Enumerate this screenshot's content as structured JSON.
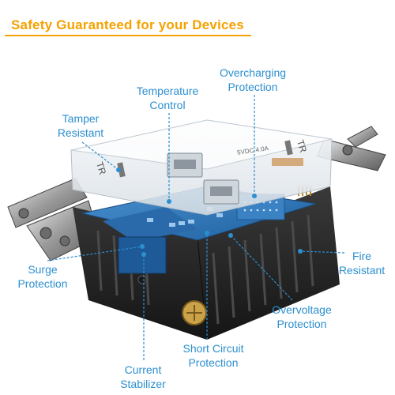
{
  "headline": "Safety Guaranteed for your Devices",
  "colors": {
    "headline": "#f5a100",
    "label": "#2c8fcf",
    "pcb": "#2b6fb3",
    "housing_dark": "#2a2a2a",
    "housing_clear": "#e9eef3"
  },
  "callouts": {
    "tamper": [
      "Tamper",
      "Resistant"
    ],
    "temperature": [
      "Temperature",
      "Control"
    ],
    "overcharging": [
      "Overcharging",
      "Protection"
    ],
    "fire": [
      "Fire",
      "Resistant"
    ],
    "surge": [
      "Surge",
      "Protection"
    ],
    "overvoltage": [
      "Overvoltage",
      "Protection"
    ],
    "short_circuit": [
      "Short Circuit",
      "Protection"
    ],
    "current": [
      "Current",
      "Stabilizer"
    ]
  },
  "product": {
    "slot_mark_left": "TR",
    "slot_mark_right": "TR",
    "usb_rating": "5VDC 4.0A"
  }
}
